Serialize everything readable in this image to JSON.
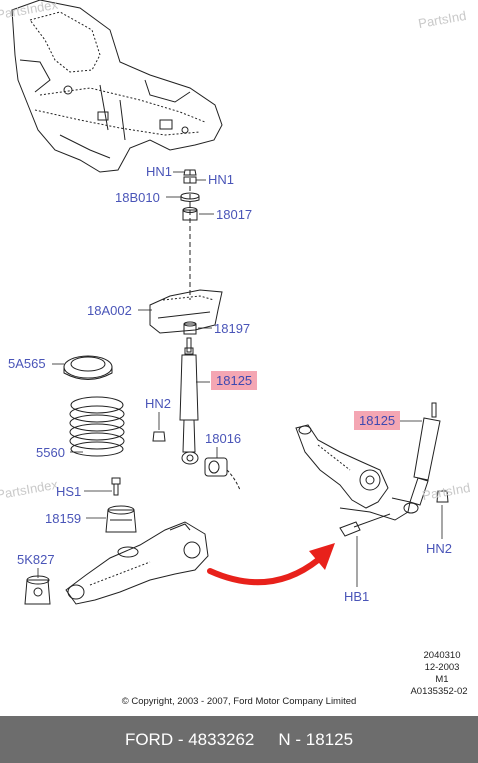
{
  "labels": {
    "hn1_a": "HN1",
    "hn1_b": "HN1",
    "p18b010": "18B010",
    "p18017": "18017",
    "p18a002": "18A002",
    "p18197": "18197",
    "p5a565": "5A565",
    "p18125_main": "18125",
    "hn2_left": "HN2",
    "p18016": "18016",
    "p5560": "5560",
    "hs1": "HS1",
    "p18159": "18159",
    "p5k827": "5K827",
    "p18125_right": "18125",
    "hn2_right": "HN2",
    "hb1": "HB1"
  },
  "watermarks": {
    "top_left": "PartsIndex",
    "top_right": "PartsInd",
    "mid_left": "PartsIndex",
    "mid_right": "PartsInd"
  },
  "diagram_meta": {
    "line1": "2040310",
    "line2": "12-2003",
    "line3": "M1",
    "line4": "A0135352-02"
  },
  "copyright": "© Copyright, 2003 - 2007, Ford Motor Company Limited",
  "footer": {
    "brand_part": "FORD - 4833262",
    "part_number": "N - 18125"
  },
  "colors": {
    "label": "#4a55b8",
    "highlight": "#f4a6b3",
    "arrow": "#e8211b",
    "footer_bg": "#6d6d6d"
  }
}
